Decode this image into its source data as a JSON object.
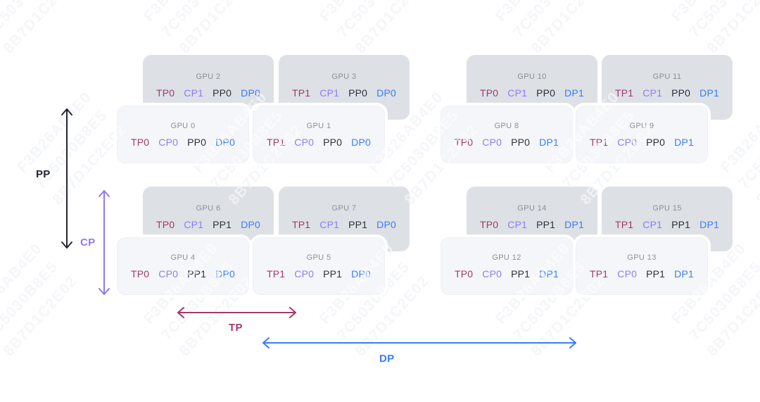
{
  "figure": {
    "description": "4D parallelism GPU layout diagram: 16 GPUs arranged by TP, CP, PP and DP ranks"
  },
  "gpus": [
    {
      "name": "GPU 0",
      "tags": [
        "TP0",
        "CP0",
        "PP0",
        "DP0"
      ]
    },
    {
      "name": "GPU 1",
      "tags": [
        "TP1",
        "CP0",
        "PP0",
        "DP0"
      ]
    },
    {
      "name": "GPU 2",
      "tags": [
        "TP0",
        "CP1",
        "PP0",
        "DP0"
      ]
    },
    {
      "name": "GPU 3",
      "tags": [
        "TP1",
        "CP1",
        "PP0",
        "DP0"
      ]
    },
    {
      "name": "GPU 4",
      "tags": [
        "TP0",
        "CP0",
        "PP1",
        "DP0"
      ]
    },
    {
      "name": "GPU 5",
      "tags": [
        "TP1",
        "CP0",
        "PP1",
        "DP0"
      ]
    },
    {
      "name": "GPU 6",
      "tags": [
        "TP0",
        "CP1",
        "PP1",
        "DP0"
      ]
    },
    {
      "name": "GPU 7",
      "tags": [
        "TP1",
        "CP1",
        "PP1",
        "DP0"
      ]
    },
    {
      "name": "GPU 8",
      "tags": [
        "TP0",
        "CP0",
        "PP0",
        "DP1"
      ]
    },
    {
      "name": "GPU 9",
      "tags": [
        "TP1",
        "CP0",
        "PP0",
        "DP1"
      ]
    },
    {
      "name": "GPU 10",
      "tags": [
        "TP0",
        "CP1",
        "PP0",
        "DP1"
      ]
    },
    {
      "name": "GPU 11",
      "tags": [
        "TP1",
        "CP1",
        "PP0",
        "DP1"
      ]
    },
    {
      "name": "GPU 12",
      "tags": [
        "TP0",
        "CP0",
        "PP1",
        "DP1"
      ]
    },
    {
      "name": "GPU 13",
      "tags": [
        "TP1",
        "CP0",
        "PP1",
        "DP1"
      ]
    },
    {
      "name": "GPU 14",
      "tags": [
        "TP0",
        "CP1",
        "PP1",
        "DP1"
      ]
    },
    {
      "name": "GPU 15",
      "tags": [
        "TP1",
        "CP1",
        "PP1",
        "DP1"
      ]
    }
  ],
  "dimension_arrows": {
    "pp": "PP",
    "cp": "CP",
    "tp": "TP",
    "dp": "DP"
  },
  "watermark": {
    "l1": "F3B26AB4E0",
    "l2": "7C5030B8E5",
    "l3": "8B7D1C2E02"
  },
  "colors": {
    "tp": "#A13A6B",
    "cp": "#8F7BF6",
    "pp": "#2E313B",
    "dp": "#3A7DF7",
    "pp_arrow": "#23262E",
    "back_card_bg": "#DDE0E5",
    "front_card_bg": "#F5F6F9",
    "gpu_label": "#8A9099",
    "background": "#FFFFFF"
  }
}
